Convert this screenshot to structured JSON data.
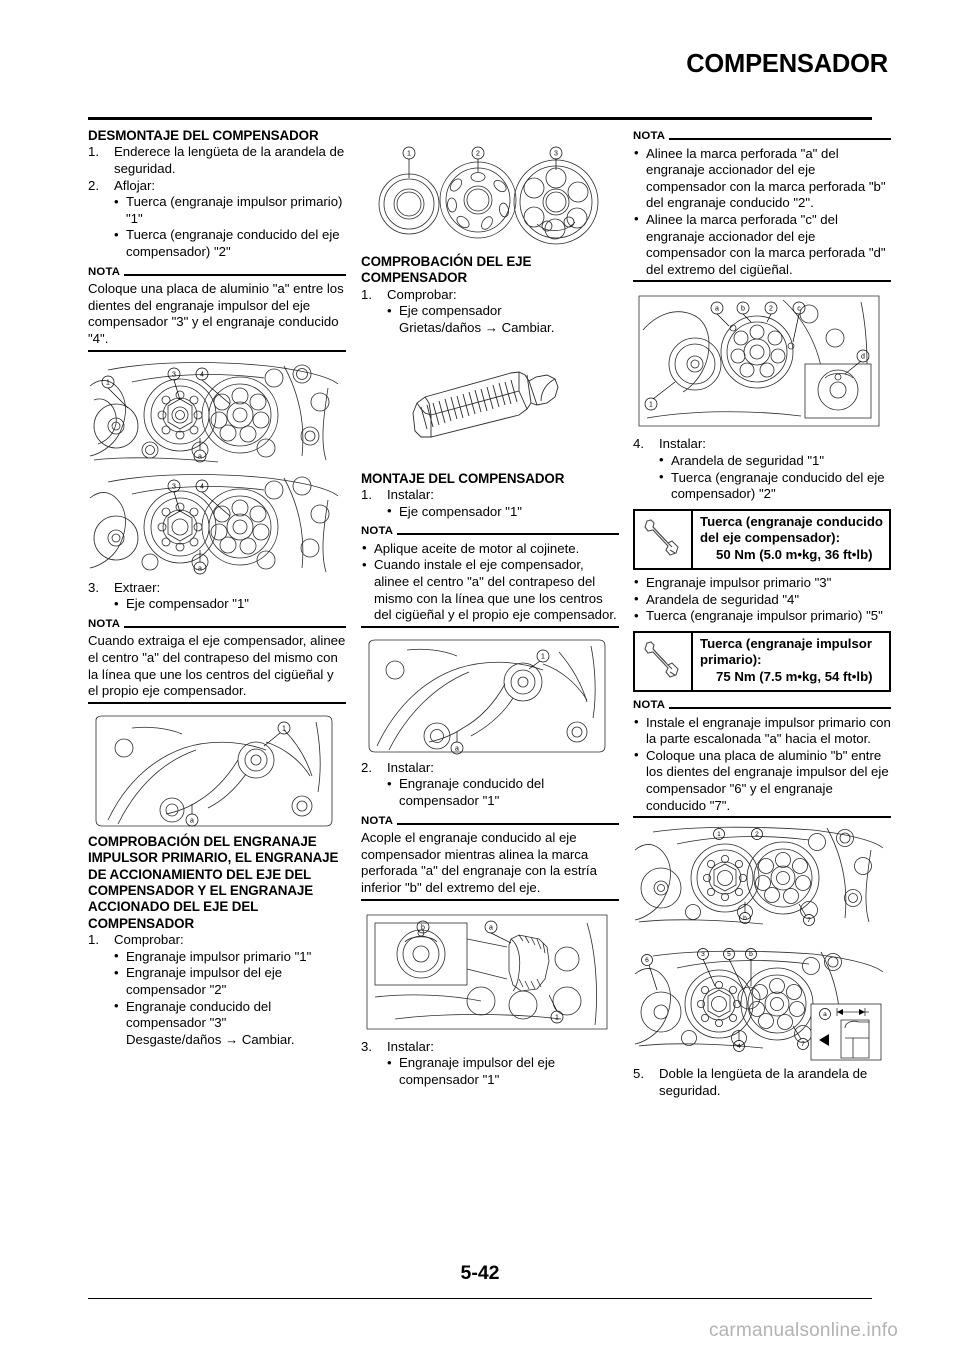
{
  "header": {
    "title": "COMPENSADOR"
  },
  "footer": {
    "page_number": "5-42",
    "watermark": "carmanualsonline.info"
  },
  "left_column": {
    "heading": "DESMONTAJE DEL COMPENSADOR",
    "step1_num": "1.",
    "step1_text": "Enderece la lengüeta de la arandela de seguridad.",
    "step2_num": "2.",
    "step2_text": "Aflojar:",
    "step2_b1": "Tuerca (engranaje impulsor primario) \"1\"",
    "step2_b2": "Tuerca (engranaje conducido del eje compensador) \"2\"",
    "nota1_label": "NOTA",
    "nota1_text": "Coloque una placa de aluminio \"a\" entre los dientes del engranaje impulsor del eje compensador \"3\" y el engranaje conducido \"4\".",
    "fig1_callouts": [
      "1",
      "3",
      "4",
      "a"
    ],
    "fig2_callouts": [
      "3",
      "4",
      "a"
    ],
    "step3_num": "3.",
    "step3_text": "Extraer:",
    "step3_b1": "Eje compensador \"1\"",
    "nota2_label": "NOTA",
    "nota2_text": "Cuando extraiga el eje compensador, alinee el centro \"a\" del contrapeso del mismo con la línea que une los centros del cigüeñal y el propio eje compensador.",
    "fig3_callouts": [
      "1",
      "a"
    ],
    "heading2": "COMPROBACIÓN DEL ENGRANAJE IMPULSOR PRIMARIO, EL ENGRANAJE DE ACCIONAMIENTO DEL EJE DEL COMPENSADOR Y EL ENGRANAJE ACCIONADO DEL EJE DEL COMPENSADOR",
    "step4_num": "1.",
    "step4_text": "Comprobar:",
    "step4_b1": "Engranaje impulsor primario \"1\"",
    "step4_b2": "Engranaje impulsor del eje compensador \"2\"",
    "step4_b3": "Engranaje conducido del compensador \"3\"",
    "step4_b3_extra": "Desgaste/daños → Cambiar."
  },
  "mid_column": {
    "fig_top_callouts": [
      "1",
      "2",
      "3"
    ],
    "heading": "COMPROBACIÓN DEL EJE COMPENSADOR",
    "step1_num": "1.",
    "step1_text": "Comprobar:",
    "step1_b1": "Eje compensador",
    "step1_b1_extra": "Grietas/daños → Cambiar.",
    "heading2": "MONTAJE DEL COMPENSADOR",
    "step2_num": "1.",
    "step2_text": "Instalar:",
    "step2_b1": "Eje compensador \"1\"",
    "nota1_label": "NOTA",
    "nota1_b1": "Aplique aceite de motor al cojinete.",
    "nota1_b2": "Cuando instale el eje compensador, alinee el centro \"a\" del contrapeso del mismo con la línea que une los centros del cigüeñal y el propio eje compensador.",
    "fig_mid_callouts": [
      "1",
      "a"
    ],
    "step3_num": "2.",
    "step3_text": "Instalar:",
    "step3_b1": "Engranaje conducido del compensador \"1\"",
    "nota2_label": "NOTA",
    "nota2_text": "Acople el engranaje conducido al eje compensador mientras alinea la marca perforada \"a\" del engranaje con la estría inferior \"b\" del extremo del eje.",
    "fig_bot_callouts": [
      "a",
      "b",
      "1"
    ],
    "step4_num": "3.",
    "step4_text": "Instalar:",
    "step4_b1": "Engranaje impulsor del eje compensador \"1\""
  },
  "right_column": {
    "nota1_label": "NOTA",
    "nota1_b1": "Alinee la marca perforada \"a\" del engranaje accionador del eje compensador con la marca perforada \"b\" del engranaje conducido \"2\".",
    "nota1_b2": "Alinee la marca perforada \"c\" del engranaje accionador del eje compensador con la marca perforada \"d\" del extremo del cigüeñal.",
    "fig1_callouts": [
      "1",
      "2",
      "a",
      "b",
      "c",
      "d"
    ],
    "step4_num": "4.",
    "step4_text": "Instalar:",
    "step4_b1": "Arandela de seguridad \"1\"",
    "step4_b2": "Tuerca (engranaje conducido del eje compensador) \"2\"",
    "torque1_title": "Tuerca (engranaje conducido del eje compensador):",
    "torque1_value": "50 Nm (5.0 m•kg, 36 ft•lb)",
    "step4_b3": "Engranaje impulsor primario \"3\"",
    "step4_b4": "Arandela de seguridad \"4\"",
    "step4_b5": "Tuerca (engranaje impulsor primario) \"5\"",
    "torque2_title": "Tuerca (engranaje impulsor primario):",
    "torque2_value": "75 Nm (7.5 m•kg, 54 ft•lb)",
    "nota2_label": "NOTA",
    "nota2_b1": "Instale el engranaje impulsor primario con la parte escalonada \"a\" hacia el motor.",
    "nota2_b2": "Coloque una placa de aluminio \"b\" entre los dientes del engranaje impulsor del eje compensador \"6\" y el engranaje conducido \"7\".",
    "fig2_callouts": [
      "1",
      "2",
      "3",
      "5",
      "6",
      "7",
      "b"
    ],
    "fig3_callouts": [
      "3",
      "4",
      "5",
      "6",
      "7",
      "a",
      "b"
    ],
    "step5_num": "5.",
    "step5_text": "Doble la lengüeta de la arandela de seguridad."
  },
  "colors": {
    "ink": "#000000",
    "watermark": "#b3b3b3"
  }
}
